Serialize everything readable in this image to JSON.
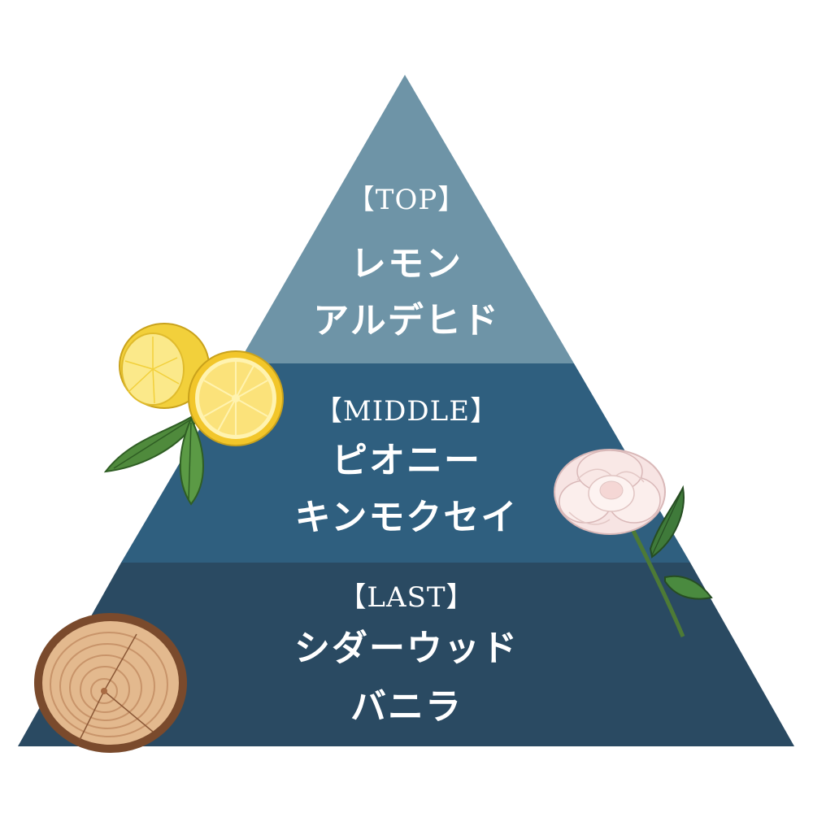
{
  "colors": {
    "top": "#6e94a7",
    "middle": "#2f5f7f",
    "last": "#2a4a62",
    "text": "#ffffff"
  },
  "tiers": [
    {
      "label": "【TOP】",
      "notes": [
        "レモン",
        "アルデヒド"
      ]
    },
    {
      "label": "【MIDDLE】",
      "notes": [
        "ピオニー",
        "キンモクセイ"
      ]
    },
    {
      "label": "【LAST】",
      "notes": [
        "シダーウッド",
        "バニラ"
      ]
    }
  ],
  "illustrations": [
    "lemon-illustration",
    "peony-illustration",
    "wood-slice-illustration"
  ]
}
